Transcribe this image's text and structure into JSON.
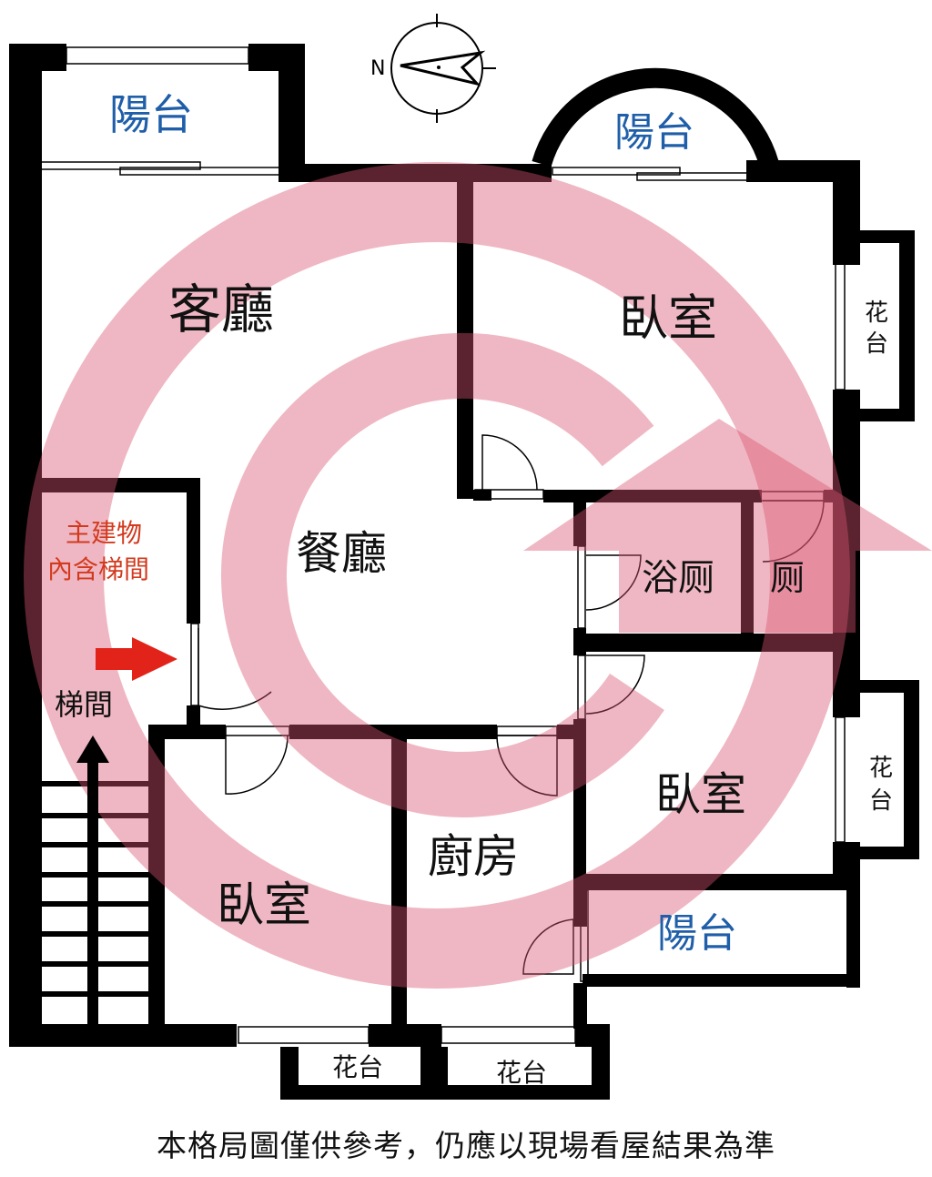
{
  "rooms": {
    "balcony_top_left": "陽台",
    "balcony_top_arc": "陽台",
    "balcony_bottom_right": "陽台",
    "living_room": "客廳",
    "dining_room": "餐廳",
    "bedroom_top_right": "臥室",
    "bedroom_mid_right": "臥室",
    "bedroom_bottom_left": "臥室",
    "bathroom": "浴厕",
    "toilet": "厕",
    "kitchen": "廚房",
    "stairwell": "梯間",
    "planter_right_top_1": "花",
    "planter_right_top_2": "台",
    "planter_right_bottom_1": "花",
    "planter_right_bottom_2": "台",
    "planter_bottom_left": "花台",
    "planter_bottom_right": "花台"
  },
  "main_building_note": {
    "line1": "主建物",
    "line2": "內含梯間"
  },
  "compass": {
    "letter": "N"
  },
  "footer_note": "本格局圖僅供參考，仍應以現場看屋結果為準",
  "colors": {
    "wall": "#000000",
    "watermark": "#d9536f",
    "label_blue": "#1f5ea8",
    "label_red": "#d23a1e",
    "arrow_red": "#e2231a"
  }
}
